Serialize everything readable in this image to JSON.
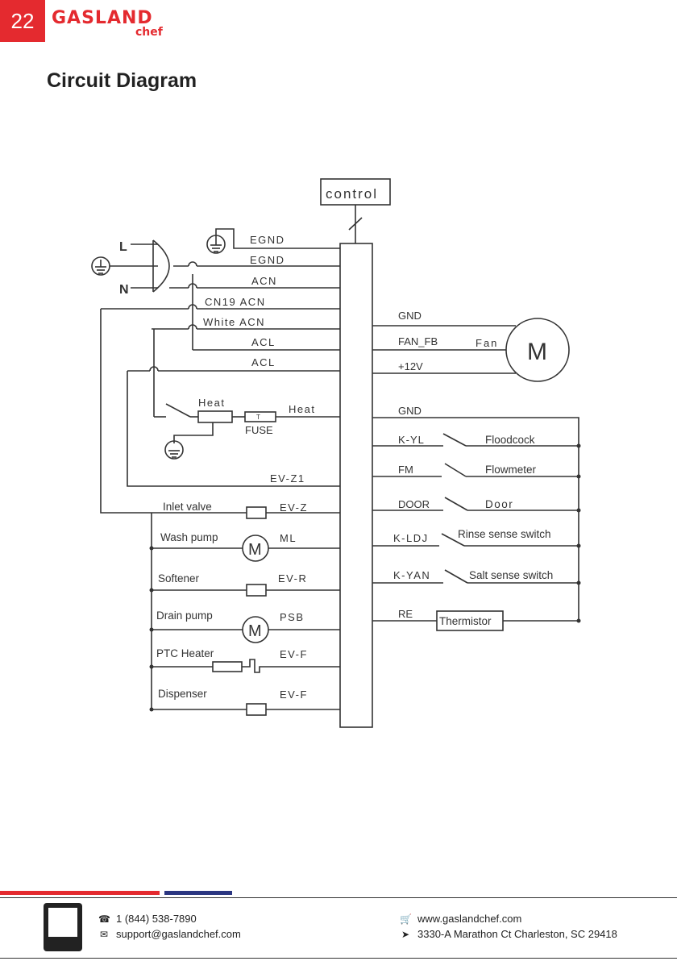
{
  "header": {
    "page_number": "22",
    "brand_main": "GASLAND",
    "brand_sub": "chef",
    "title": "Circuit Diagram"
  },
  "diagram": {
    "control": "control",
    "power": {
      "line": "L",
      "neutral": "N"
    },
    "left_wires": {
      "egnd1": "EGND",
      "egnd2": "EGND",
      "acn1": "ACN",
      "acn2": "CN19  ACN",
      "acn3": "White  ACN",
      "acl1": "ACL",
      "acl2": "ACL",
      "heat": "Heat",
      "heat_el": "Heat",
      "fuse_t": "T",
      "fuse": "FUSE",
      "evz1": "EV-Z1",
      "evz": "EV-Z",
      "ml": "ML",
      "evr": "EV-R",
      "psb": "PSB",
      "evf1": "EV-F",
      "evf2": "EV-F"
    },
    "loads": {
      "inlet": "Inlet  valve",
      "wash": "Wash  pump",
      "softener": "Softener",
      "drain": "Drain  pump",
      "ptc": "PTC  Heater",
      "dispenser": "Dispenser",
      "motor": "M"
    },
    "right_wires": {
      "gnd1": "GND",
      "fanfb": "FAN_FB",
      "v12": "+12V",
      "fan": "Fan",
      "fan_motor": "M",
      "gnd2": "GND",
      "kyl": "K-YL",
      "fm": "FM",
      "door": "DOOR",
      "kldj": "K-LDJ",
      "kyan": "K-YAN",
      "re": "RE"
    },
    "sensors": {
      "floodcock": "Floodcock",
      "flowmeter": "Flowmeter",
      "door": "Door",
      "rinse": "Rinse  sense  switch",
      "salt": "Salt  sense  switch",
      "thermistor": "Thermistor"
    }
  },
  "footer": {
    "phone": "1 (844) 538-7890",
    "email": "support@gaslandchef.com",
    "website": "www.gaslandchef.com",
    "address": "3330-A Marathon Ct Charleston, SC 29418"
  }
}
